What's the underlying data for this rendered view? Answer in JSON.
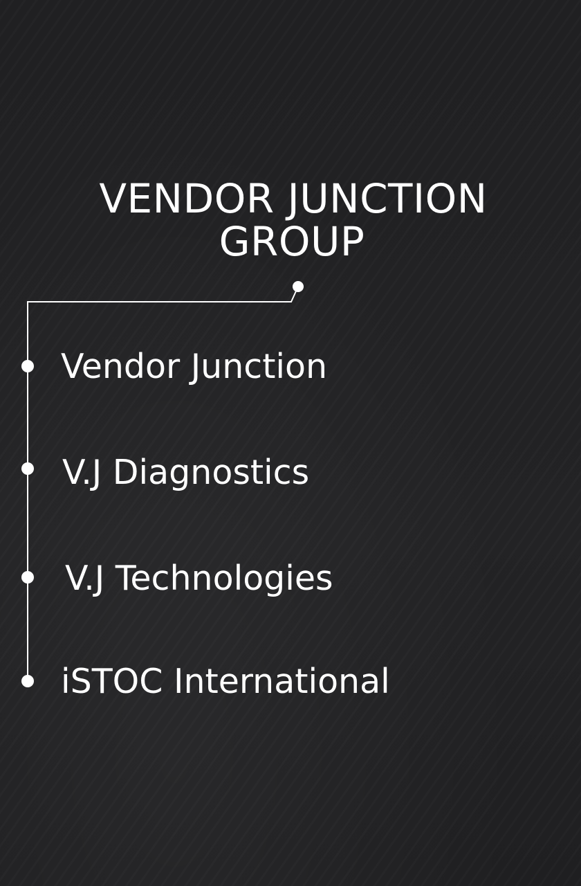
{
  "title": {
    "line1": "VENDOR JUNCTION",
    "line2": "GROUP"
  },
  "items": [
    {
      "label": "Vendor Junction"
    },
    {
      "label": "V.J Diagnostics"
    },
    {
      "label": "V.J Technologies"
    },
    {
      "label": "iSTOC International"
    }
  ],
  "colors": {
    "background": "#212123",
    "text": "#ffffff",
    "line": "#ffffff"
  }
}
